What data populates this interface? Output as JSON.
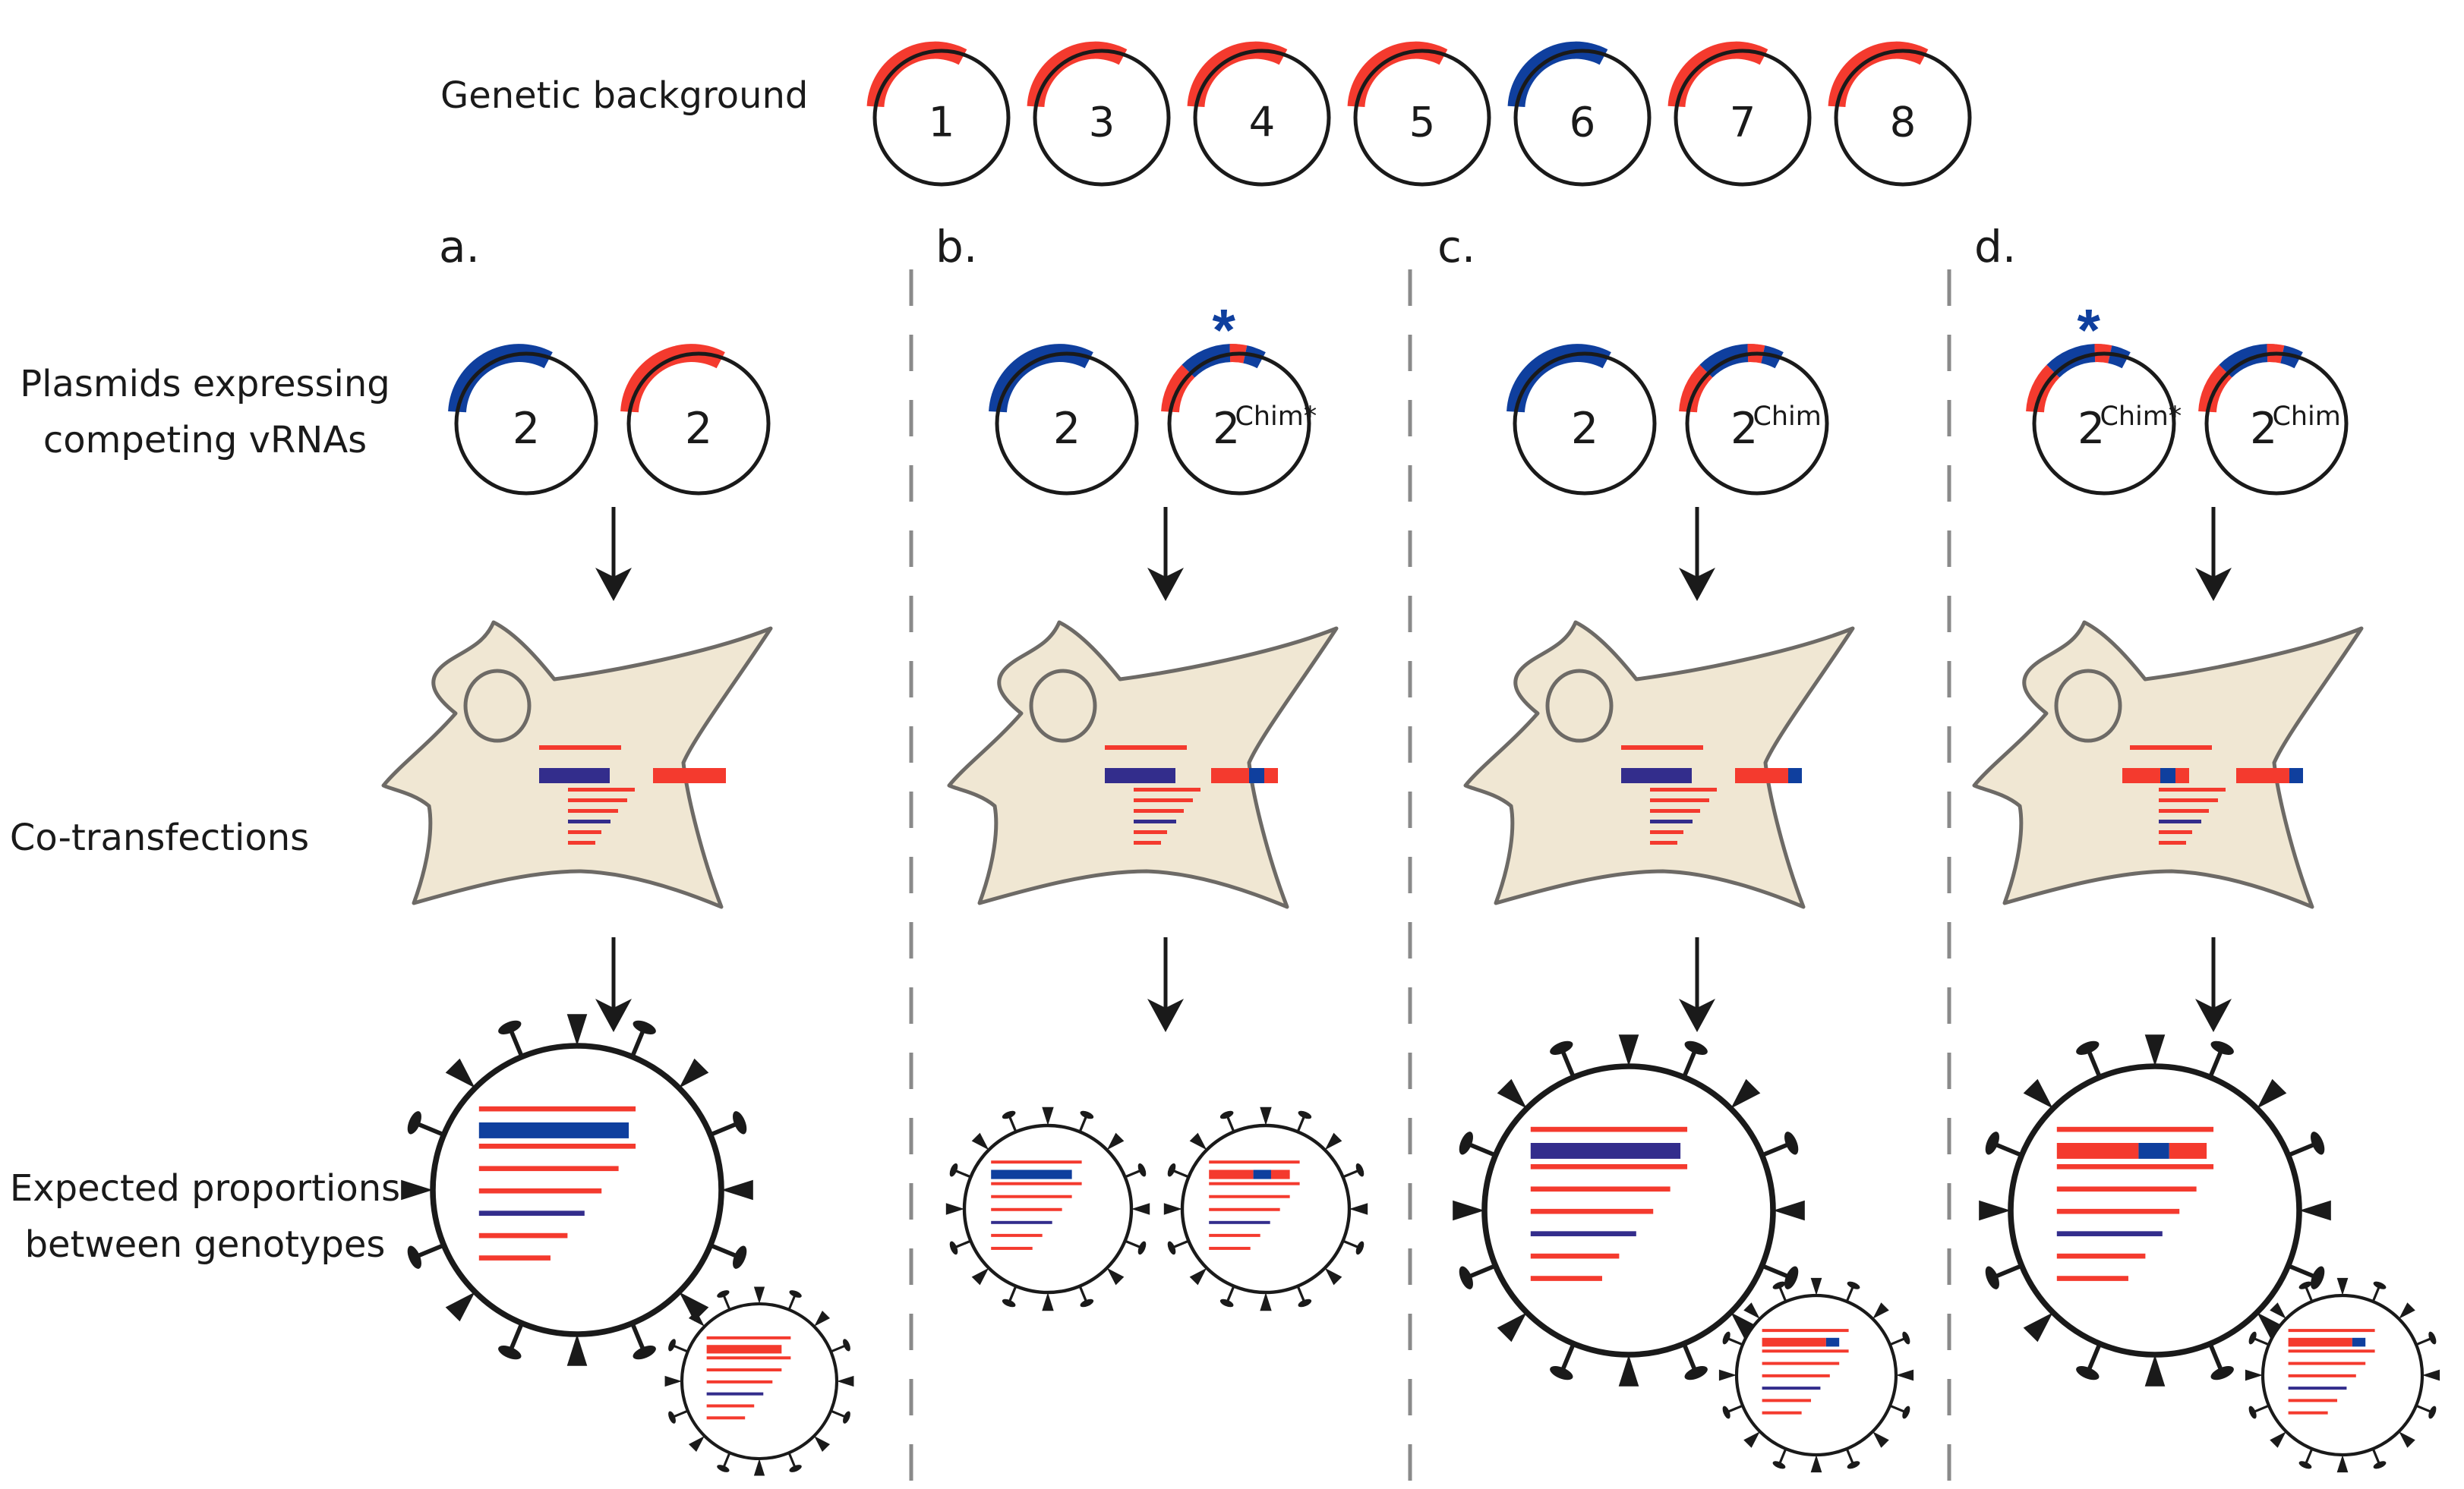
{
  "colors": {
    "red": "#f43a2e",
    "blue": "#0f3f9e",
    "dark_blue": "#332d8c",
    "cell_fill": "#f0e7d3",
    "cell_stroke": "#6d6a66",
    "divider": "#8a8a8a",
    "outline": "#1a1a1a"
  },
  "row_labels": {
    "genetic_background": "Genetic background",
    "plasmids_line1": "Plasmids expressing",
    "plasmids_line2": "competing vRNAs",
    "cotransfections": "Co-transfections",
    "proportions_line1": "Expected proportions",
    "proportions_line2": "between genotypes"
  },
  "background_segments": [
    {
      "number": "1",
      "color": "red"
    },
    {
      "number": "3",
      "color": "red"
    },
    {
      "number": "4",
      "color": "red"
    },
    {
      "number": "5",
      "color": "red"
    },
    {
      "number": "6",
      "color": "blue"
    },
    {
      "number": "7",
      "color": "red"
    },
    {
      "number": "8",
      "color": "red"
    }
  ],
  "panels": [
    {
      "letter": "a.",
      "plasmid_left": {
        "main": "2",
        "sup": "",
        "arc": "blue",
        "star": false
      },
      "plasmid_right": {
        "main": "2",
        "sup": "",
        "arc": "red",
        "star": false
      },
      "virus_proportion_large": "left"
    },
    {
      "letter": "b.",
      "plasmid_left": {
        "main": "2",
        "sup": "",
        "arc": "blue",
        "star": false
      },
      "plasmid_right": {
        "main": "2",
        "sup": "Chim*",
        "arc": "chim",
        "star": true
      },
      "virus_proportion_large": "equal"
    },
    {
      "letter": "c.",
      "plasmid_left": {
        "main": "2",
        "sup": "",
        "arc": "blue",
        "star": false
      },
      "plasmid_right": {
        "main": "2",
        "sup": "Chim",
        "arc": "chim",
        "star": false
      },
      "virus_proportion_large": "left"
    },
    {
      "letter": "d.",
      "plasmid_left": {
        "main": "2",
        "sup": "Chim*",
        "arc": "chim",
        "star": true
      },
      "plasmid_right": {
        "main": "2",
        "sup": "Chim",
        "arc": "chim",
        "star": false
      },
      "virus_proportion_large": "left"
    }
  ],
  "mutation_marker": "*"
}
